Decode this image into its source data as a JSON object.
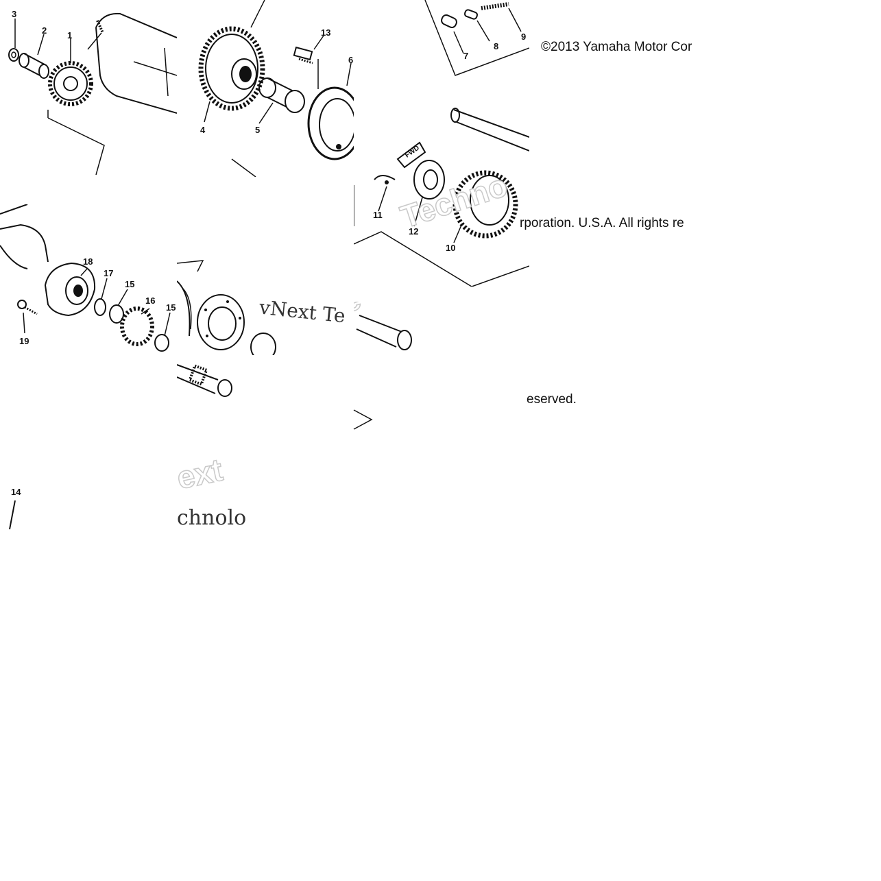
{
  "copyright": {
    "line1": "©2013 Yamaha Motor Cor",
    "line2": "rporation. U.S.A. All rights re",
    "line3": "eserved."
  },
  "callouts": {
    "c1": "1",
    "c2": "2",
    "c3": "3",
    "c4": "4",
    "c5": "5",
    "c6": "6",
    "c7": "7",
    "c8": "8",
    "c9": "9",
    "c10": "10",
    "c11": "11",
    "c12": "12",
    "c13": "13",
    "c14": "14",
    "c15a": "15",
    "c15b": "15",
    "c16": "16",
    "c17": "17",
    "c18": "18",
    "c19": "19"
  },
  "fwd_label": "FWD",
  "watermarks": {
    "w1": "Techno",
    "w2": "vNext Te",
    "w3": "vNe",
    "w4": "ext",
    "w5": "chnolo"
  },
  "colors": {
    "ink": "#111111",
    "watermark_outline": "#c9c9c9",
    "background": "#ffffff"
  }
}
